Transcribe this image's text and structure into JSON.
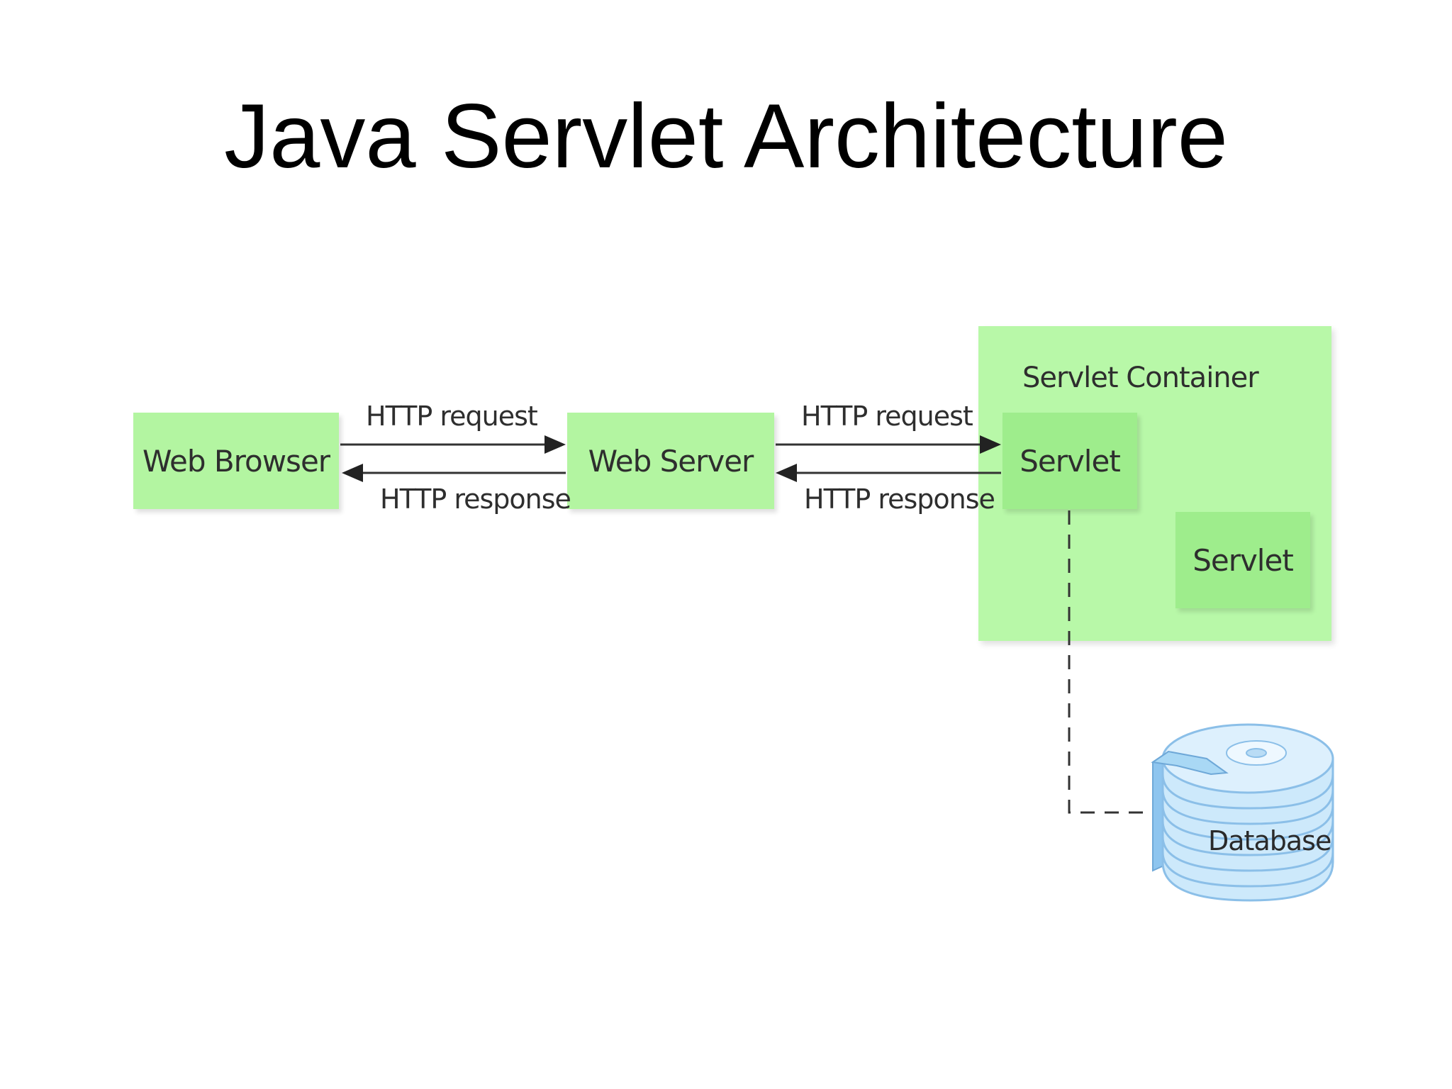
{
  "title": "Java Servlet Architecture",
  "nodes": {
    "web_browser": "Web Browser",
    "web_server": "Web Server",
    "servlet_container": "Servlet Container",
    "servlet_primary": "Servlet",
    "servlet_secondary": "Servlet",
    "database": "Database"
  },
  "edges": {
    "browser_to_server_request": "HTTP request",
    "server_to_browser_response": "HTTP response",
    "server_to_servlet_request": "HTTP request",
    "servlet_to_server_response": "HTTP response"
  },
  "colors": {
    "box_fill": "#b3f5a1",
    "inner_box_fill": "#9eed8c",
    "container_fill": "#b8f8a8",
    "database_blue": "#a9d8f5"
  }
}
